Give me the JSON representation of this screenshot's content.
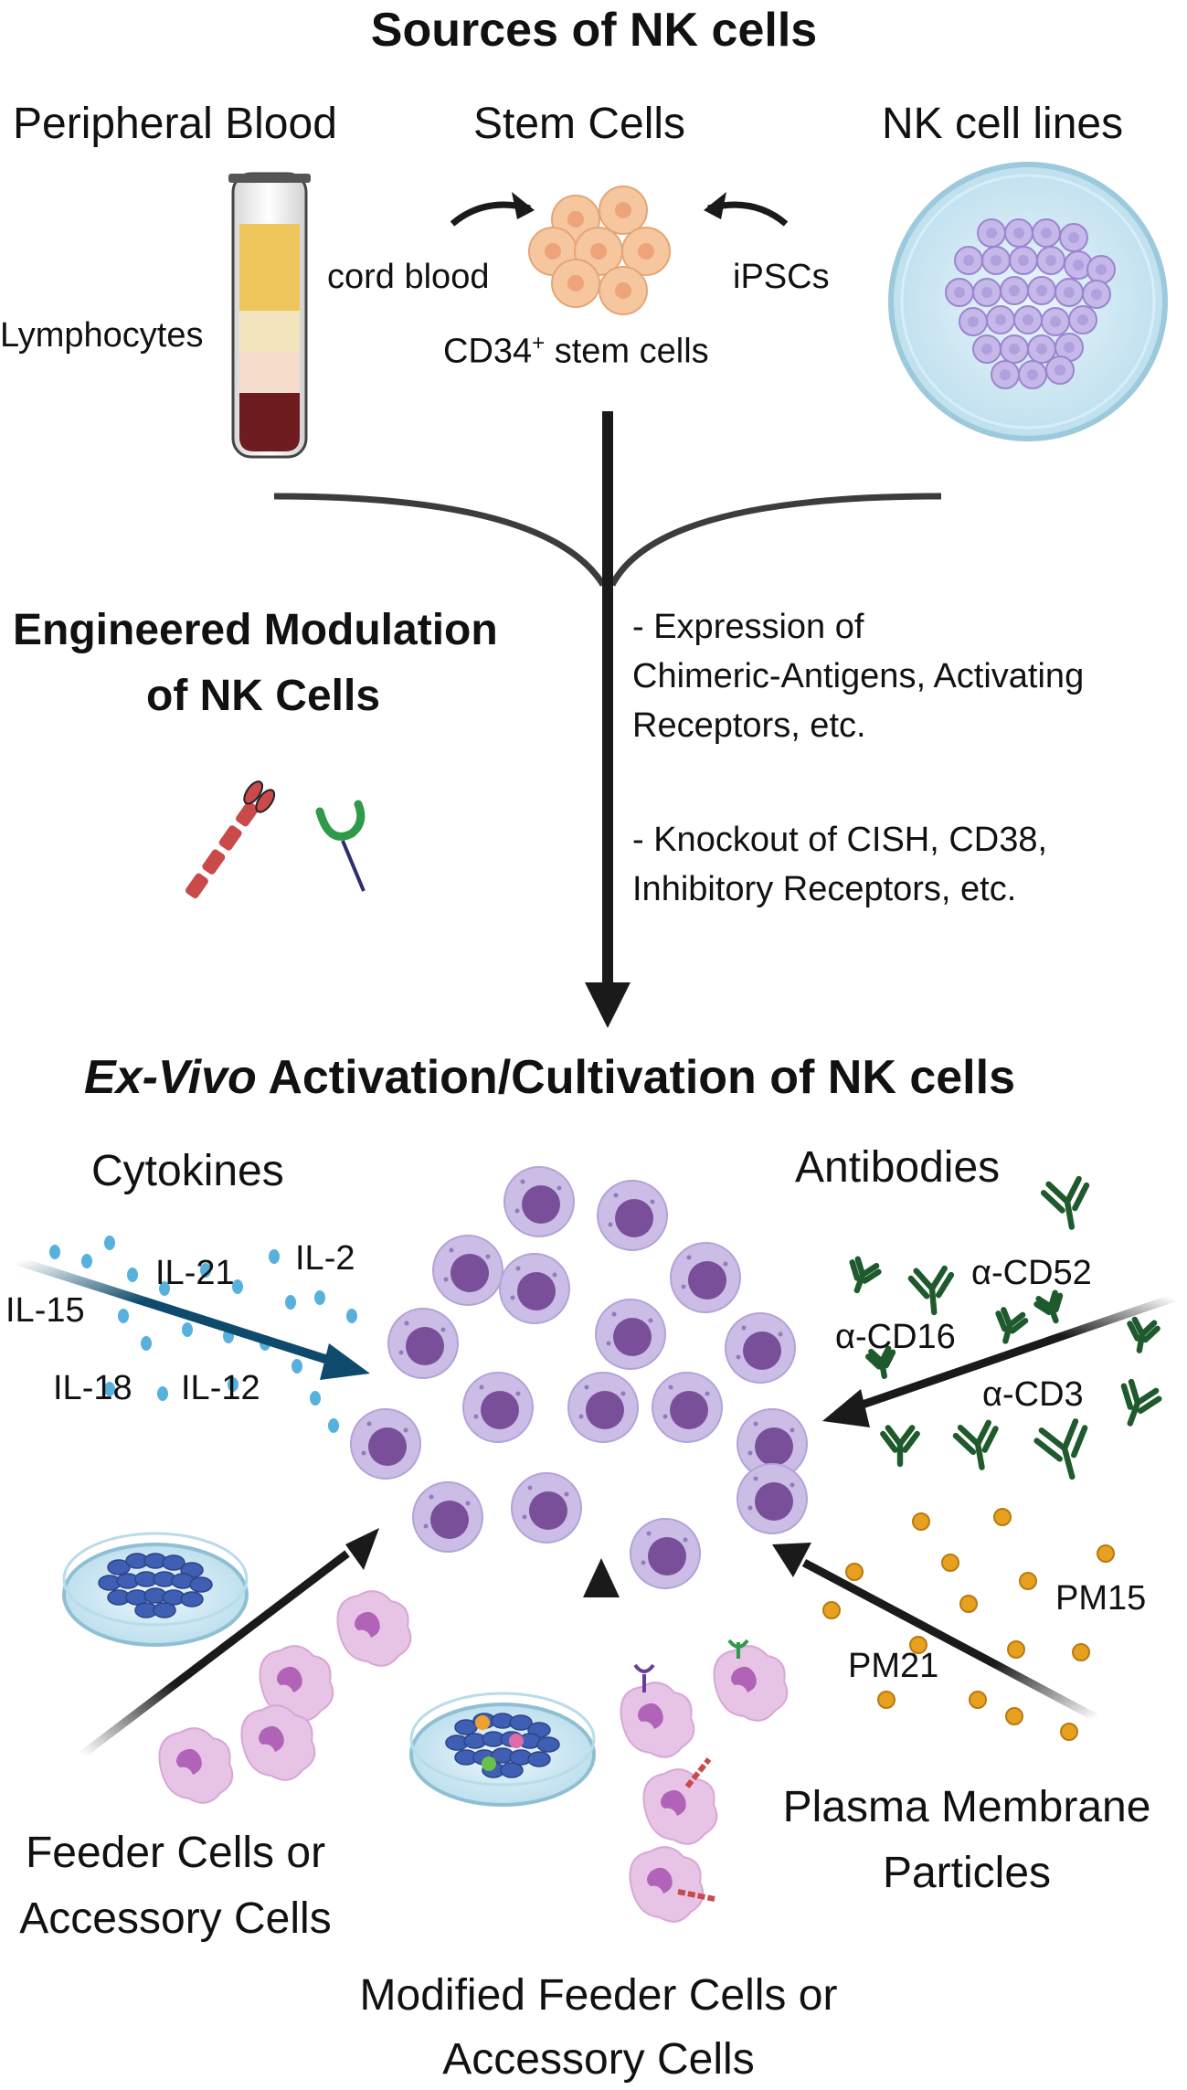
{
  "sources": {
    "title": "Sources of NK cells",
    "peripheral_blood": {
      "label": "Peripheral Blood",
      "lymphocytes": "Lymphocytes"
    },
    "stem_cells": {
      "label": "Stem Cells",
      "cord_blood": "cord blood",
      "ipscs": "iPSCs",
      "cd34_main": "CD34",
      "cd34_sup": "+",
      "cd34_rest": " stem cells"
    },
    "cell_lines": {
      "label": "NK cell lines"
    }
  },
  "engineering": {
    "title_line1": "Engineered Modulation",
    "title_line2": "of NK Cells",
    "expression_lines": [
      "- Expression of",
      "Chimeric-Antigens, Activating",
      "Receptors, etc."
    ],
    "knockout_lines": [
      "- Knockout of CISH, CD38,",
      "Inhibitory Receptors, etc."
    ]
  },
  "activation": {
    "title_italic": "Ex-Vivo",
    "title_rest": " Activation/Cultivation of NK cells",
    "cytokines": {
      "label": "Cytokines",
      "items": [
        "IL-21",
        "IL-2",
        "IL-15",
        "IL-18",
        "IL-12"
      ]
    },
    "antibodies": {
      "label": "Antibodies",
      "items": [
        "α-CD52",
        "α-CD16",
        "α-CD3"
      ]
    },
    "pm_particles": {
      "label_line1": "Plasma Membrane",
      "label_line2": "Particles",
      "items": [
        "PM15",
        "PM21"
      ]
    },
    "feeder": {
      "label_line1": "Feeder Cells or",
      "label_line2": "Accessory Cells"
    },
    "modified_feeder": {
      "label_line1": "Modified Feeder Cells or",
      "label_line2": "Accessory Cells"
    }
  },
  "colors": {
    "nk_cell_outer": "#cbbde6",
    "nk_cell_inner": "#7a4f9a",
    "cytokine_dot": "#3aa3d6",
    "antibody": "#1f5a2c",
    "pm_particle": "#e8a020",
    "feeder_cell": "#e7c3e6",
    "arrow": "#1a1a1a",
    "cytokine_arrow": "#0e4a6b"
  }
}
